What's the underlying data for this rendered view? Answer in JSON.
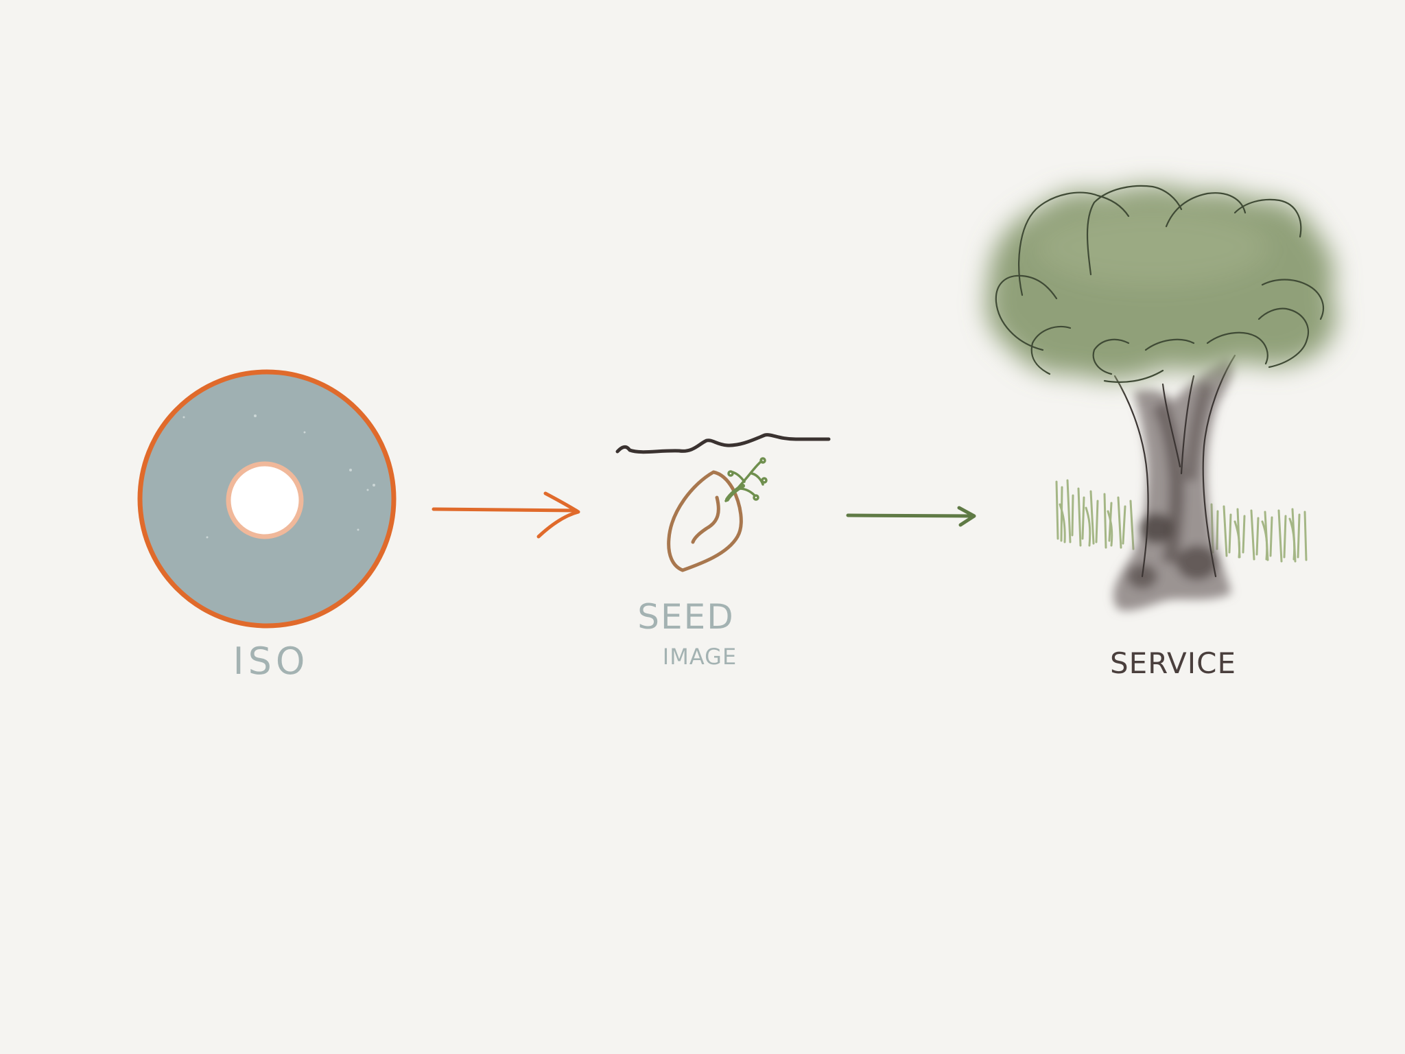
{
  "diagram": {
    "nodes": [
      {
        "id": "iso",
        "label": "ISO",
        "icon": "disc-icon"
      },
      {
        "id": "seed",
        "label": "SEED",
        "sublabel": "IMAGE",
        "icon": "seed-icon"
      },
      {
        "id": "service",
        "label": "SERVICE",
        "icon": "tree-icon"
      }
    ],
    "edges": [
      {
        "from": "iso",
        "to": "seed"
      },
      {
        "from": "seed",
        "to": "service"
      }
    ]
  },
  "colors": {
    "background": "#f5f4f1",
    "disc_fill": "#9fb0b2",
    "disc_ring": "#e06a2b",
    "disc_hole_ring": "#f0b89a",
    "arrow_orange": "#e06a2b",
    "arrow_green": "#5f7a45",
    "seed_outline": "#a8774e",
    "sprout": "#6f8f4e",
    "soil": "#3a3230",
    "canopy": "#8a9c72",
    "trunk": "#7f7674",
    "grass": "#9cb07a",
    "label_gray": "#a3b2b2",
    "label_dark": "#4a3f3d"
  }
}
